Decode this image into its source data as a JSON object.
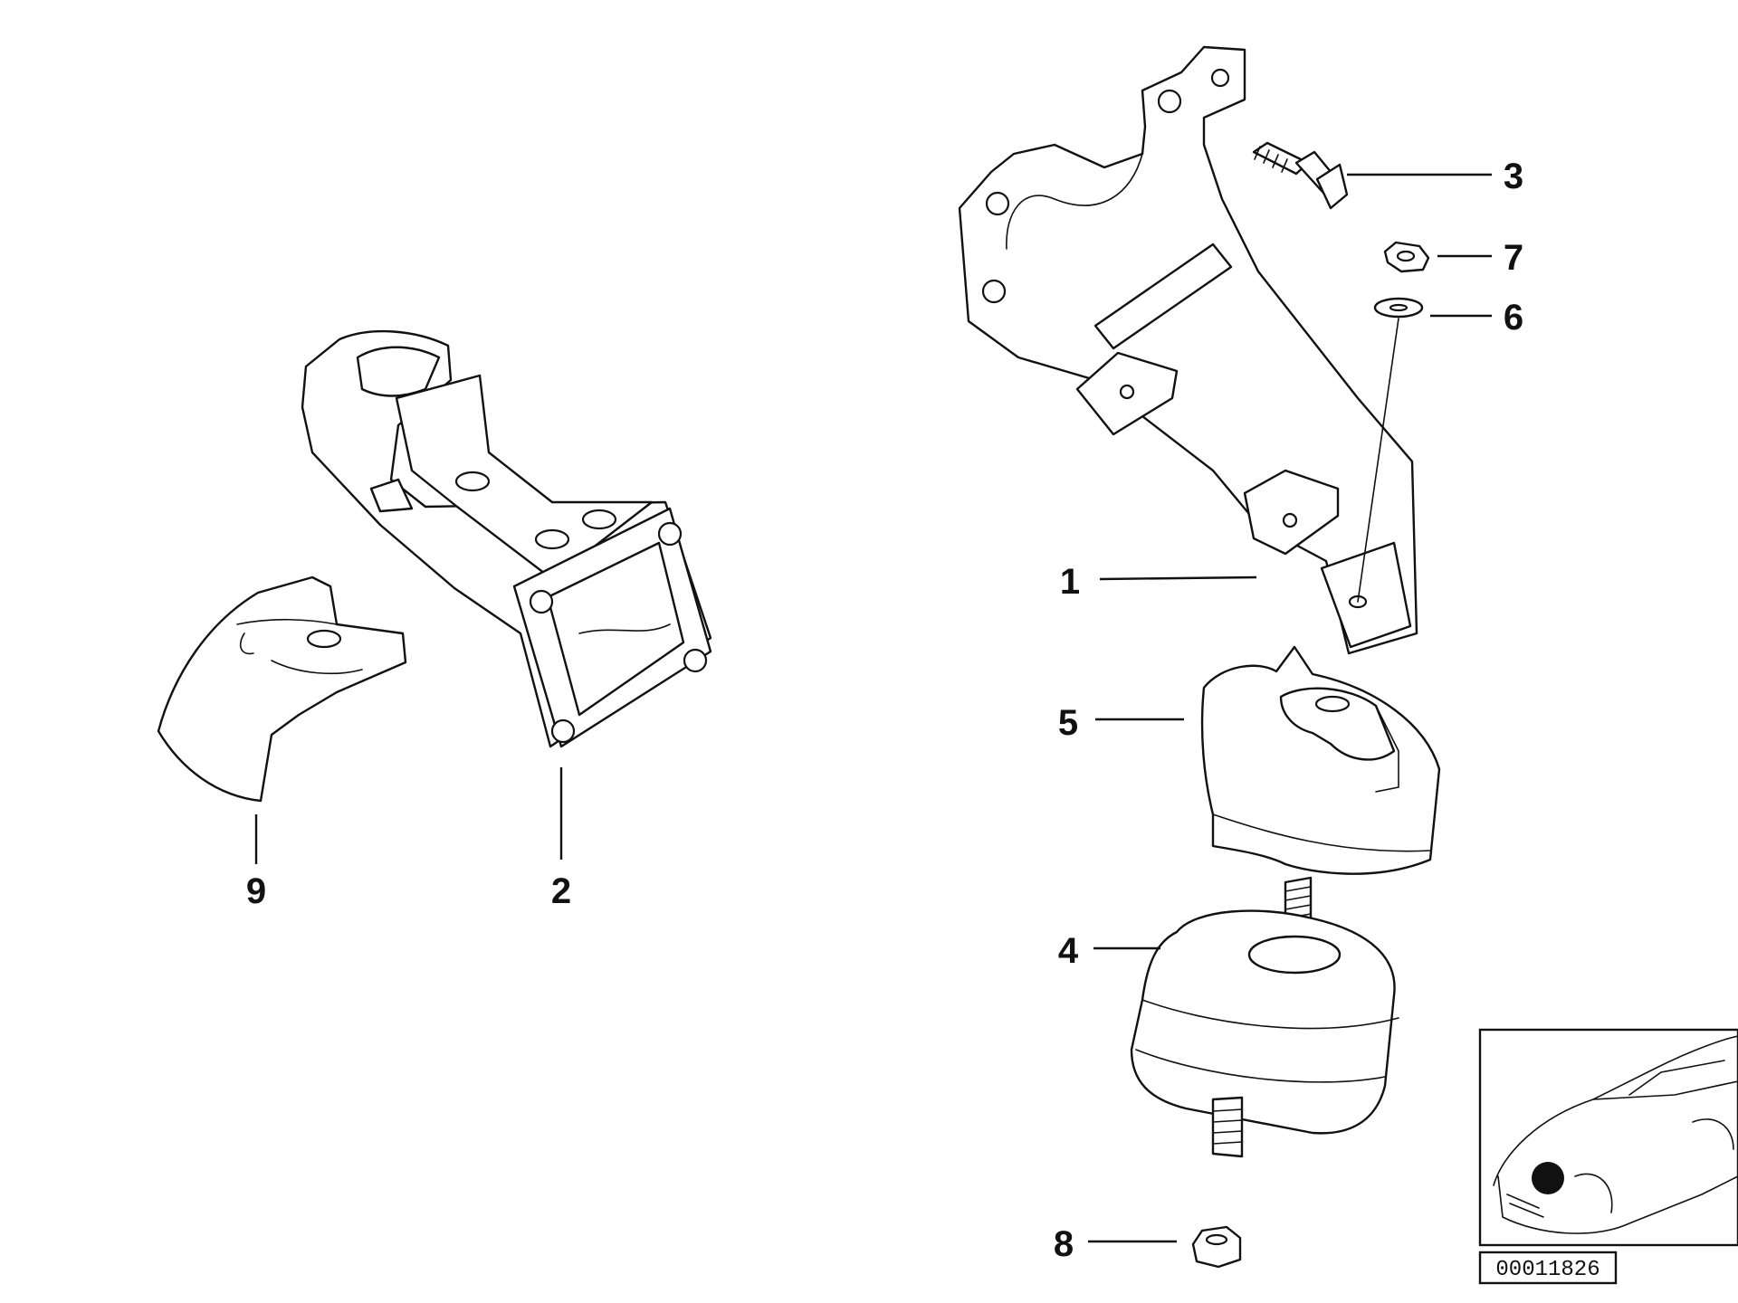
{
  "callouts": [
    {
      "id": "1",
      "label": "1"
    },
    {
      "id": "2",
      "label": "2"
    },
    {
      "id": "3",
      "label": "3"
    },
    {
      "id": "4",
      "label": "4"
    },
    {
      "id": "5",
      "label": "5"
    },
    {
      "id": "6",
      "label": "6"
    },
    {
      "id": "7",
      "label": "7"
    },
    {
      "id": "8",
      "label": "8"
    },
    {
      "id": "9",
      "label": "9"
    }
  ],
  "inset": {
    "document_number": "00011826",
    "marker_icon": "location-dot-icon"
  }
}
